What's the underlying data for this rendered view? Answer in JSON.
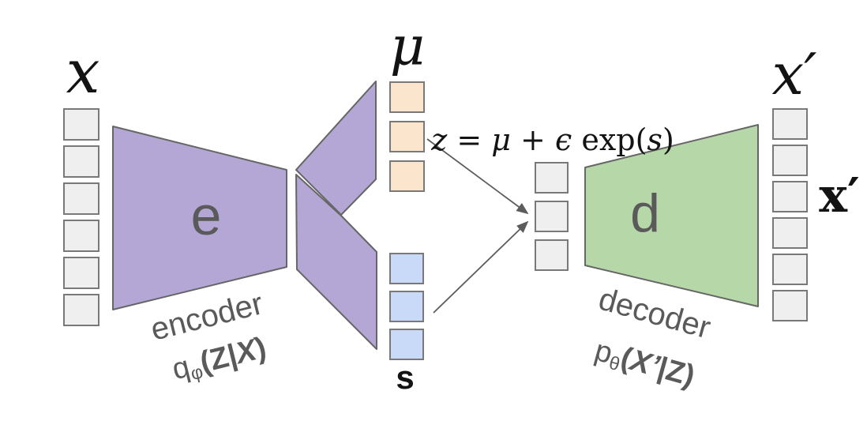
{
  "colors": {
    "background": "#ffffff",
    "encoder_fill": "#b4a7d6",
    "decoder_fill": "#b6d7a8",
    "mu_cell_fill": "#fce5cd",
    "s_cell_fill": "#c9daf8",
    "io_cell_fill": "#efefef",
    "cell_stroke": "#797979",
    "shape_stroke": "#666666",
    "arrow_stroke": "#5c5c5c",
    "gray_text": "#5a5a5a",
    "black_text": "#131313"
  },
  "labels": {
    "input": "x",
    "mu": "μ",
    "s": "s",
    "output_top": "x′",
    "output_side": "x′",
    "encoder_block": "e",
    "decoder_block": "d",
    "encoder_caption": "encoder",
    "decoder_caption": "decoder"
  },
  "encoder_dist": {
    "base": "q",
    "sub": "φ",
    "arg_open": "(Z|",
    "arg_x": "X",
    "arg_close": ")"
  },
  "decoder_dist": {
    "base": "p",
    "sub": "θ",
    "arg_open": "(",
    "arg_x": "X’",
    "arg_close": "|Z)"
  },
  "sampling_formula": {
    "z": "z",
    "eq": " = ",
    "mu": "μ",
    "plus": " + ",
    "epsilon": "ϵ",
    "exp": " exp(",
    "s": "s",
    "close": ")"
  },
  "vectors": {
    "input": {
      "cells": 6
    },
    "mu": {
      "cells": 3
    },
    "s": {
      "cells": 3
    },
    "z": {
      "cells": 3
    },
    "output": {
      "cells": 6
    }
  }
}
